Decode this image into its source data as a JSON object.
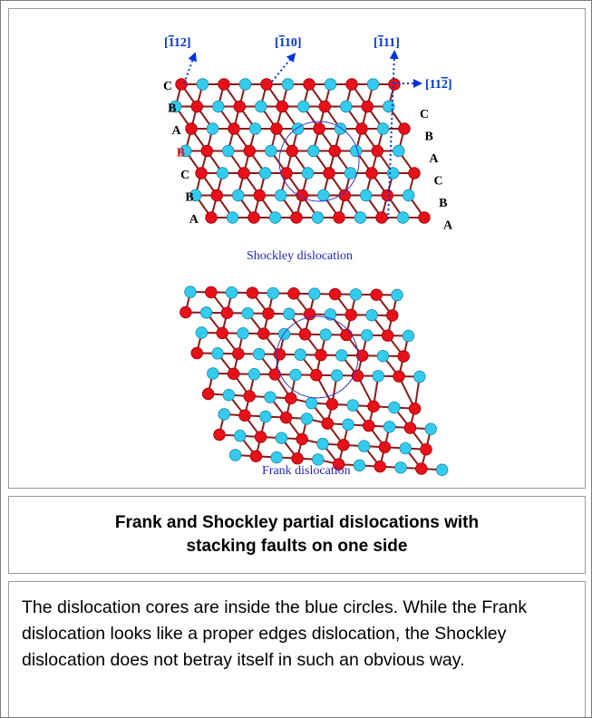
{
  "figure": {
    "directions": [
      "[̅112]",
      "[̅110]",
      "[̅111]",
      "[11̅2]"
    ],
    "direction_labels": {
      "d1_bar": "1",
      "d1_rest": "12]",
      "d2_bar": "1",
      "d2_rest": "10]",
      "d3_bar": "1",
      "d3_rest": "11]",
      "d4_pre": "[11",
      "d4_bar": "2",
      "d4_post": "]"
    },
    "left_stack": [
      "C",
      "B",
      "A",
      "B",
      "C",
      "B",
      "A"
    ],
    "right_stack": [
      "C",
      "B",
      "A",
      "C",
      "B",
      "A"
    ],
    "shockley_label": "Shockley dislocation",
    "frank_label": "Frank dislocation",
    "colors": {
      "red_atom": "#e8101a",
      "cyan_atom": "#33ccee",
      "bond": "#8b1a1a",
      "arrow": "#0033dd",
      "circle": "#3333cc",
      "fault_letter": "#e8101a"
    }
  },
  "caption": "Frank and Shockley partial dislocations with stacking faults on one side",
  "body_text": "The dislocation cores are inside the blue circles. While the Frank dislocation looks like a proper edges dislocation, the Shockley dislocation does not betray itself in such an obvious way."
}
